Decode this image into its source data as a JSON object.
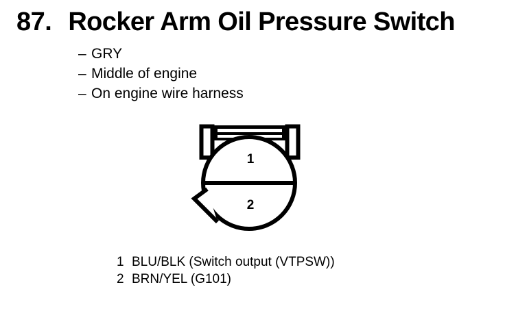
{
  "page": {
    "background_color": "#ffffff",
    "ink_color": "#000000"
  },
  "header": {
    "number": "87.",
    "title": "Rocker Arm Oil Pressure Switch"
  },
  "specs": {
    "dash": "–",
    "items": [
      {
        "dash": "–",
        "text": "GRY"
      },
      {
        "dash": "–",
        "text": "Middle of engine"
      },
      {
        "dash": "–",
        "text": "On engine wire harness"
      }
    ]
  },
  "connector": {
    "name": "2-pin round connector",
    "pins": [
      {
        "number": "1",
        "position": "upper-half"
      },
      {
        "number": "2",
        "position": "lower-half"
      }
    ],
    "features": {
      "left_tab": "vertical-locking-tab",
      "right_tab": "vertical-locking-tab",
      "top_bar": "latch-ribs",
      "notch": "keying-notch-lower-left",
      "divider": "horizontal-pin-divider"
    }
  },
  "legend": {
    "rows": [
      {
        "number": "1",
        "label": "BLU/BLK (Switch output (VTPSW))"
      },
      {
        "number": "2",
        "label": "BRN/YEL (G101)"
      }
    ]
  }
}
